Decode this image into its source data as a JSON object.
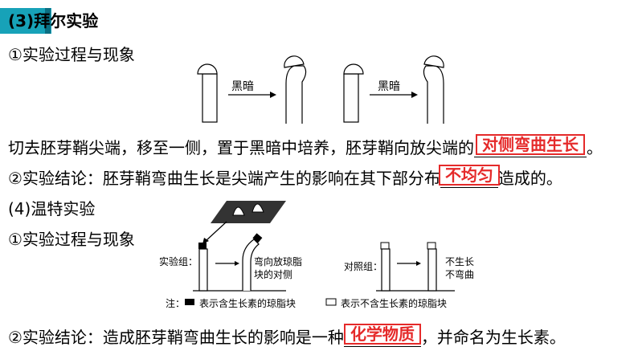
{
  "sections": {
    "bayer": {
      "heading": "(3)拜尔实验",
      "process_label": "①实验过程与现象",
      "arrow_label_1": "黑暗",
      "arrow_label_2": "黑暗",
      "observation_prefix": "切去胚芽鞘尖端，移至一侧，置于黑暗中培养，胚芽鞘向放尖端的",
      "observation_answer": "对侧弯曲生长",
      "conclusion_prefix": "②实验结论：胚芽鞘弯曲生长是尖端产生的影响在其下部分布",
      "conclusion_answer": "不均匀",
      "conclusion_suffix": "造成的。"
    },
    "went": {
      "heading": "(4)温特实验",
      "process_label": "①实验过程与现象",
      "experiment_group": "实验组：",
      "experiment_result_1": "弯向放琼脂",
      "experiment_result_2": "块的对侧",
      "control_group": "对照组：",
      "control_result_1": "不生长",
      "control_result_2": "不弯曲",
      "note_prefix": "注：",
      "note_with_auxin": "表示含生长素的琼脂块",
      "note_without_auxin": "表示不含生长素的琼脂块",
      "conclusion_prefix": "②实验结论：造成胚芽鞘弯曲生长的影响是一种",
      "conclusion_answer": "化学物质",
      "conclusion_suffix": "，并命名为生长素。"
    }
  },
  "colors": {
    "answer": "#e52a2a",
    "accent": "#17a2b8"
  }
}
